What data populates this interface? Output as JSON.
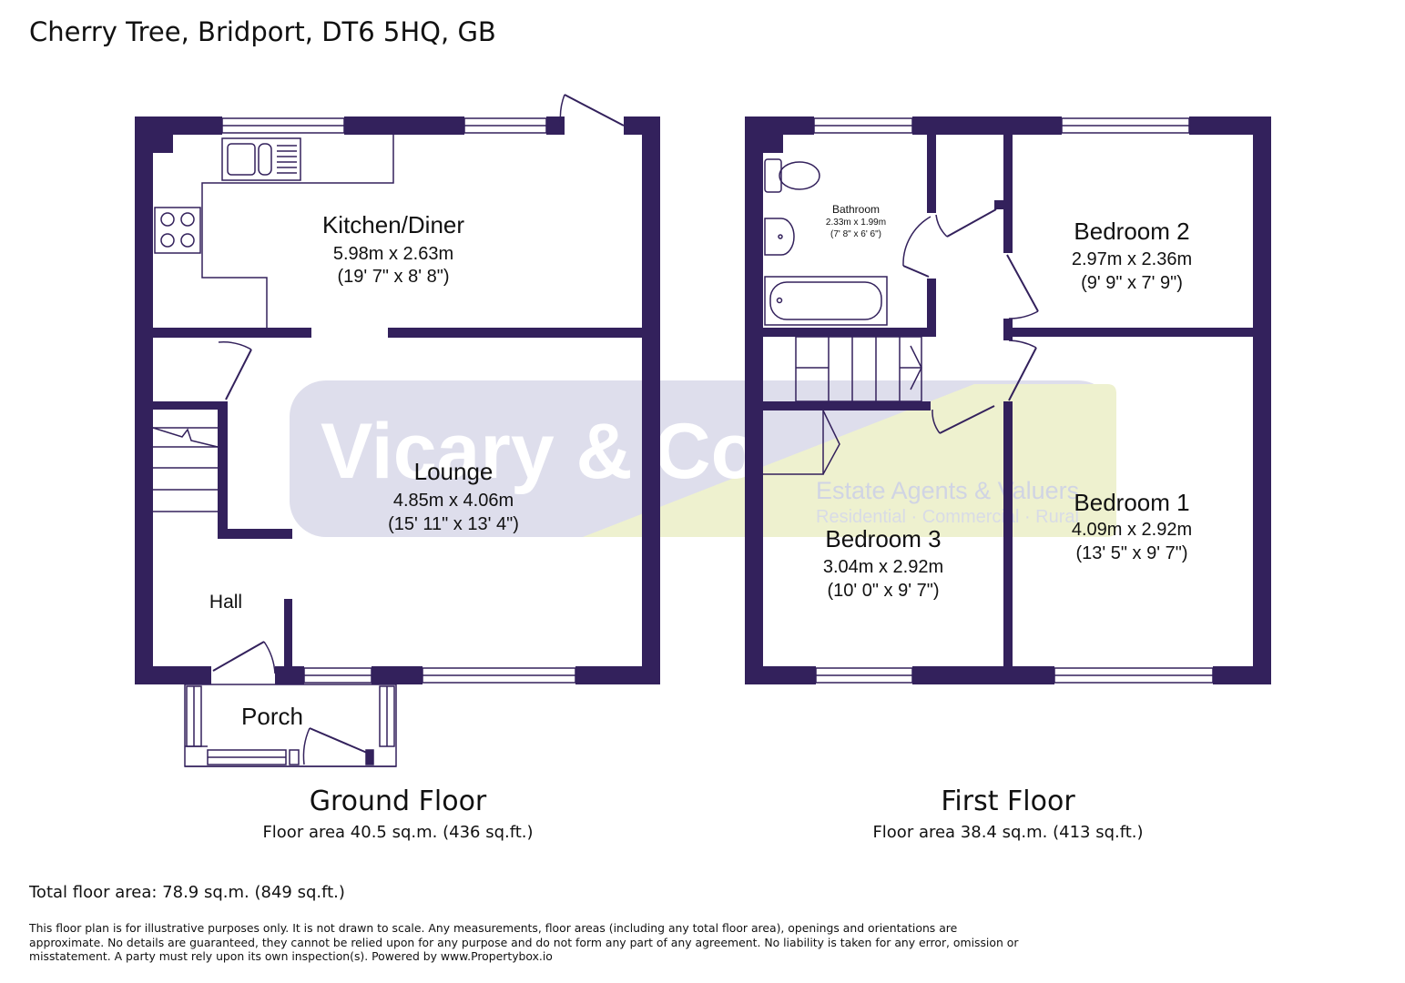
{
  "address": "Cherry Tree, Bridport, DT6 5HQ, GB",
  "colors": {
    "wall": "#33215c",
    "line": "#33215c",
    "watermark": "#dcdcec",
    "watermark_accent": "#eef0cc"
  },
  "watermark": {
    "brand": "Vicary & Co",
    "tagline": "Estate Agents & Valuers",
    "services": "Residential · Commercial · Rural"
  },
  "floors": [
    {
      "name": "Ground Floor",
      "area": "Floor area 40.5 sq.m. (436 sq.ft.)",
      "rooms": [
        {
          "name": "Kitchen/Diner",
          "metric": "5.98m x 2.63m",
          "imperial": "(19' 7\" x 8' 8\")"
        },
        {
          "name": "Lounge",
          "metric": "4.85m x 4.06m",
          "imperial": "(15' 11\" x 13' 4\")"
        },
        {
          "name": "Hall"
        },
        {
          "name": "Porch"
        }
      ]
    },
    {
      "name": "First Floor",
      "area": "Floor area 38.4 sq.m. (413 sq.ft.)",
      "rooms": [
        {
          "name": "Bathroom",
          "metric": "2.33m x 1.99m",
          "imperial": "(7' 8\" x 6' 6\")"
        },
        {
          "name": "Bedroom 2",
          "metric": "2.97m x 2.36m",
          "imperial": "(9' 9\" x 7' 9\")"
        },
        {
          "name": "Bedroom 1",
          "metric": "4.09m x 2.92m",
          "imperial": "(13' 5\" x 9' 7\")"
        },
        {
          "name": "Bedroom 3",
          "metric": "3.04m x 2.92m",
          "imperial": "(10' 0\" x 9' 7\")"
        }
      ]
    }
  ],
  "total_area": "Total floor area: 78.9 sq.m. (849 sq.ft.)",
  "disclaimer": [
    "This floor plan is for illustrative purposes only. It is not drawn to scale. Any measurements, floor areas (including any total floor area), openings and orientations are",
    "approximate. No details are guaranteed, they cannot be relied upon for any purpose and do not form any part of any agreement. No liability is taken for any error, omission or",
    "misstatement. A party must rely upon its own inspection(s). Powered by www.Propertybox.io"
  ]
}
